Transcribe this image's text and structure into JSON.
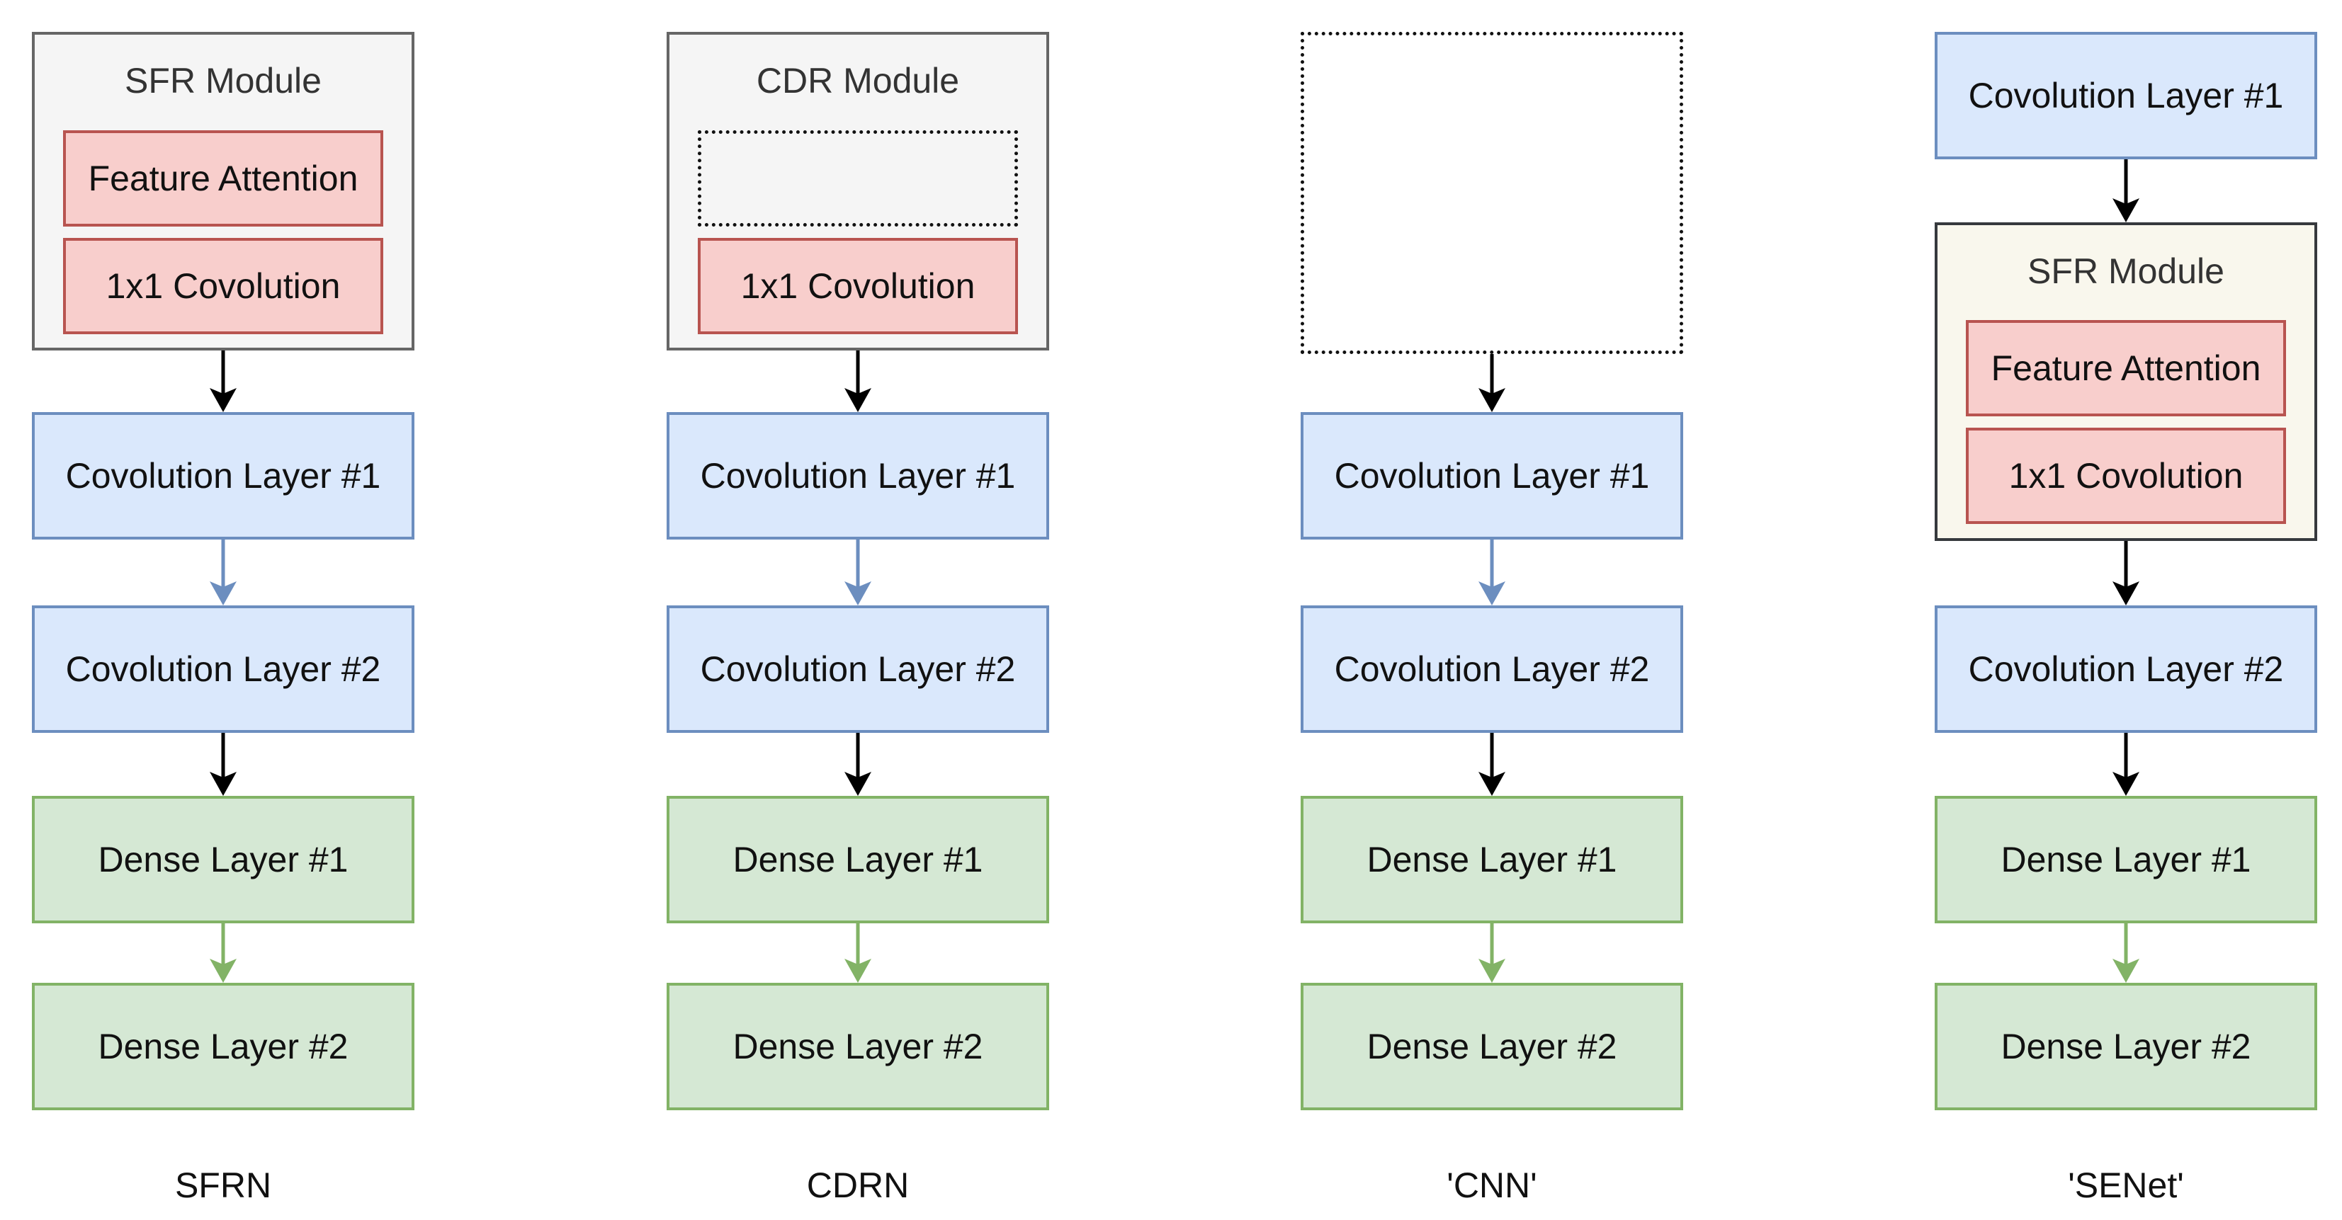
{
  "columns": [
    {
      "caption": "SFRN",
      "module": {
        "title": "SFR Module",
        "top_label": "Feature Attention",
        "bottom_label": "1x1 Covolution"
      },
      "layers": [
        "Covolution Layer #1",
        "Covolution Layer #2",
        "Dense Layer #1",
        "Dense Layer #2"
      ]
    },
    {
      "caption": "CDRN",
      "module": {
        "title": "CDR Module",
        "top_label": "",
        "bottom_label": "1x1 Covolution"
      },
      "layers": [
        "Covolution Layer #1",
        "Covolution Layer #2",
        "Dense Layer #1",
        "Dense Layer #2"
      ]
    },
    {
      "caption": "'CNN'",
      "module": {
        "title": "",
        "top_label": "",
        "bottom_label": ""
      },
      "layers": [
        "Covolution Layer #1",
        "Covolution Layer #2",
        "Dense Layer #1",
        "Dense Layer #2"
      ]
    },
    {
      "caption": "'SENet'",
      "first_layer": "Covolution Layer #1",
      "module": {
        "title": "SFR Module",
        "top_label": "Feature Attention",
        "bottom_label": "1x1 Covolution"
      },
      "layers": [
        "Covolution Layer #2",
        "Dense Layer #1",
        "Dense Layer #2"
      ]
    }
  ],
  "colors": {
    "conv_fill": "#dae8fc",
    "conv_stroke": "#6c8ebf",
    "dense_fill": "#d5e8d4",
    "dense_stroke": "#82b366",
    "module_op_fill": "#f8cecc",
    "module_op_stroke": "#b85450",
    "module_fill": "#f5f5f5",
    "module_stroke": "#666666",
    "senet_module_fill": "#f9f7ed",
    "senet_module_stroke": "#36393d",
    "arrow_black": "#000000",
    "arrow_blue": "#6c8ebf",
    "arrow_green": "#82b366"
  }
}
